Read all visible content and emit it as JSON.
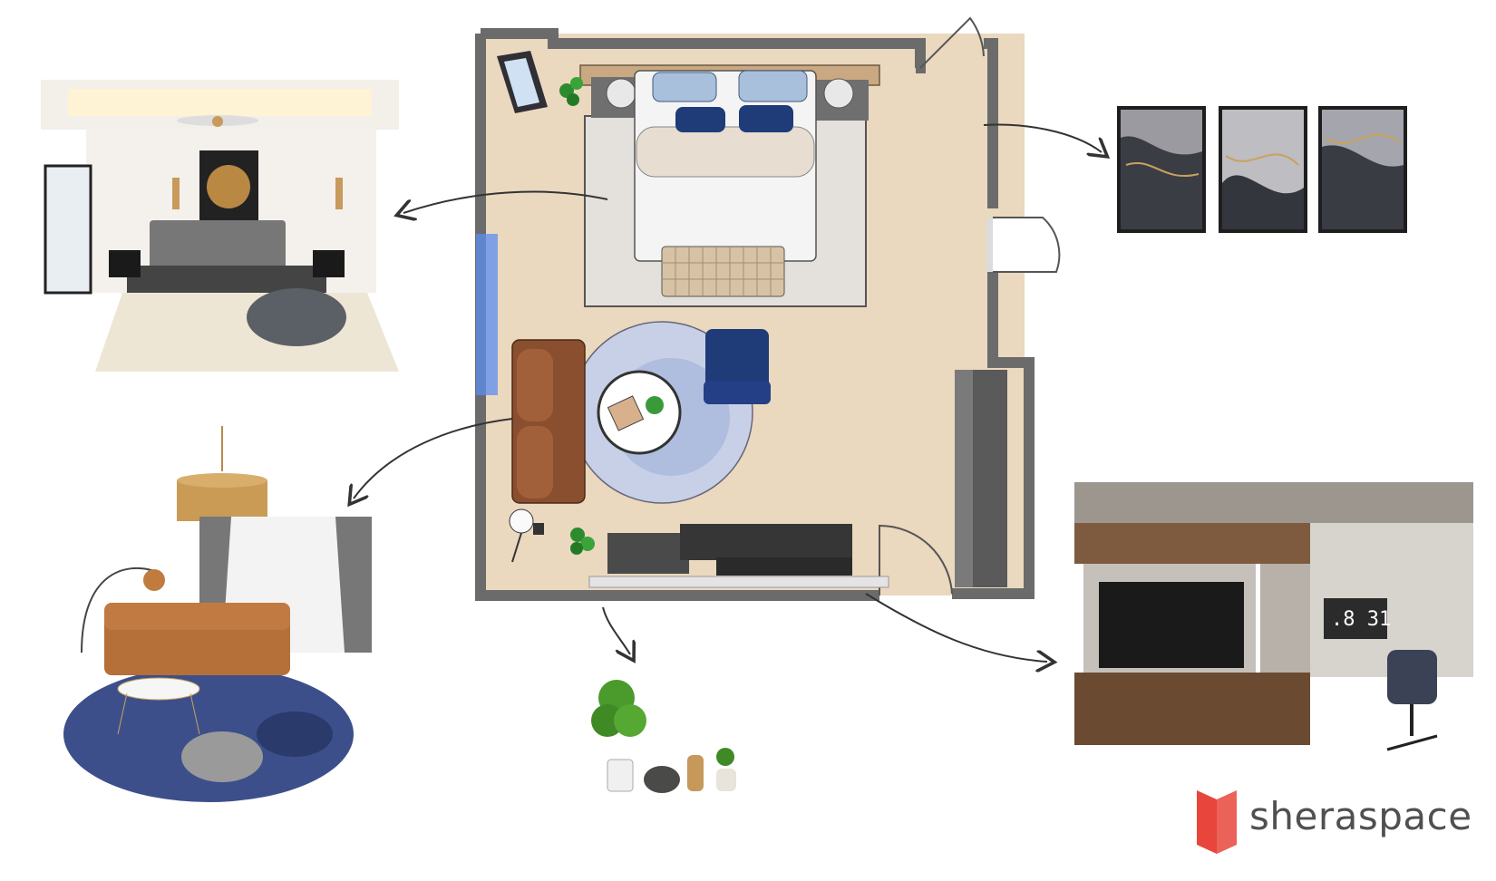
{
  "brand": {
    "name": "sheraspace",
    "accent_color": "#e8463c"
  },
  "floor_plan": {
    "floor_color": "#ead8bf",
    "wall_color": "#6b6b6b",
    "rug_color": "#e4e1dc",
    "accent_blue": "#2b4b8a"
  },
  "moodboards": [
    {
      "name": "bedroom"
    },
    {
      "name": "wall-art"
    },
    {
      "name": "living-area"
    },
    {
      "name": "plants"
    },
    {
      "name": "tv-unit-and-study"
    }
  ],
  "tv_unit": {
    "clock_text": ".8 31"
  }
}
